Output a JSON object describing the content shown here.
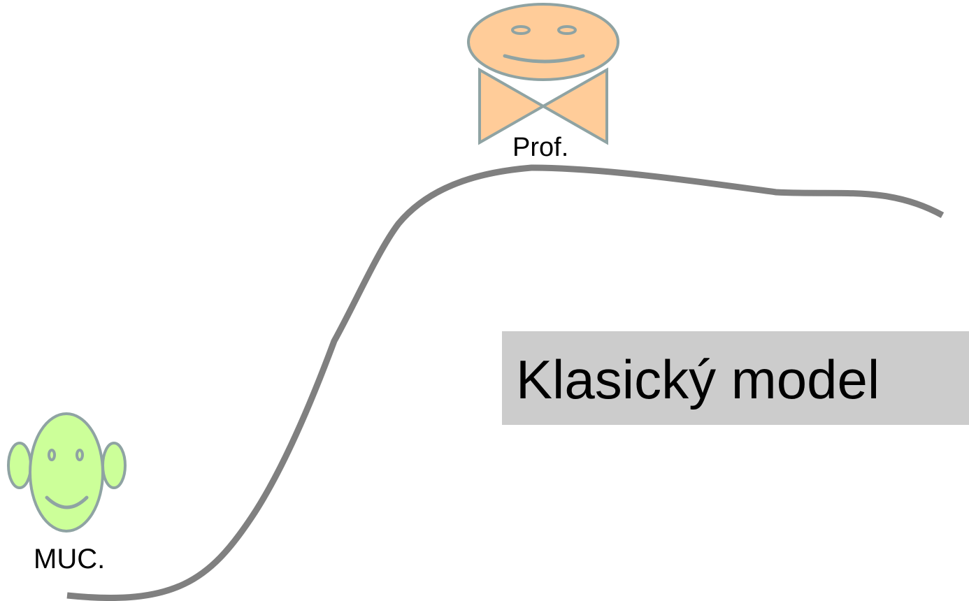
{
  "title": "Klasický model",
  "figures": {
    "professor": {
      "label": "Prof.",
      "color": "#ffcc99",
      "outline": "#8fa3a3"
    },
    "student": {
      "label": "MUC.",
      "color": "#ccff99",
      "outline": "#8fa3a3"
    }
  },
  "curve": {
    "color": "#808080"
  }
}
